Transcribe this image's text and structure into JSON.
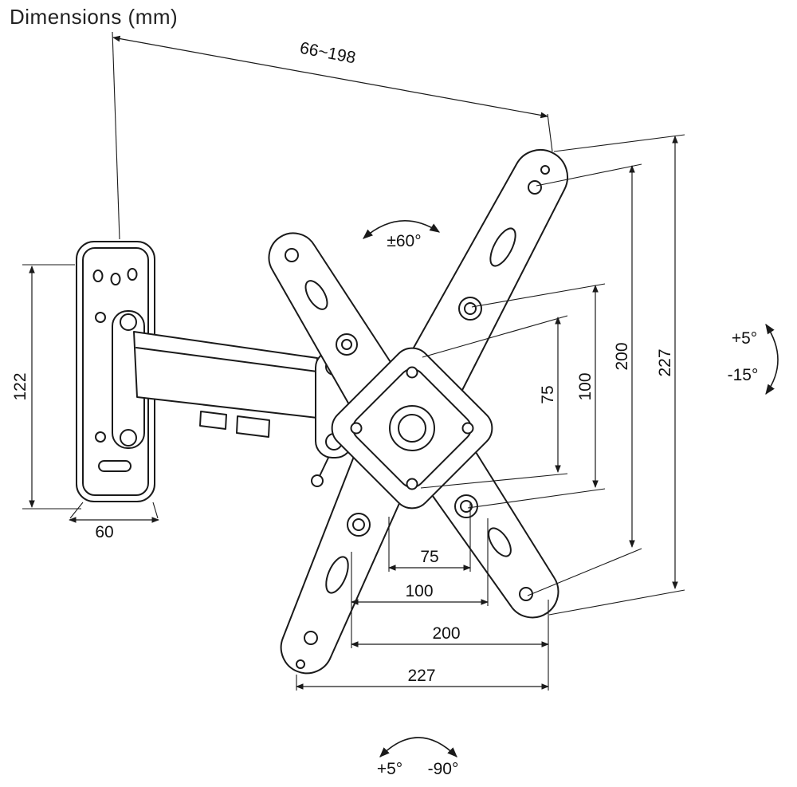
{
  "title": "Dimensions (mm)",
  "colors": {
    "line": "#1a1a1a",
    "background": "#ffffff"
  },
  "dims": {
    "extension_range": "66~198",
    "swivel_angle": "±60°",
    "tilt_up": "+5°",
    "tilt_down": "-15°",
    "wall_plate_height": "122",
    "wall_plate_depth": "60",
    "vesa_vertical": {
      "v75": "75",
      "v100": "100",
      "v200": "200",
      "v227": "227"
    },
    "vesa_horizontal": {
      "h75": "75",
      "h100": "100",
      "h200": "200",
      "h227": "227"
    },
    "rotation_pos": "+5°",
    "rotation_neg": "-90°"
  }
}
